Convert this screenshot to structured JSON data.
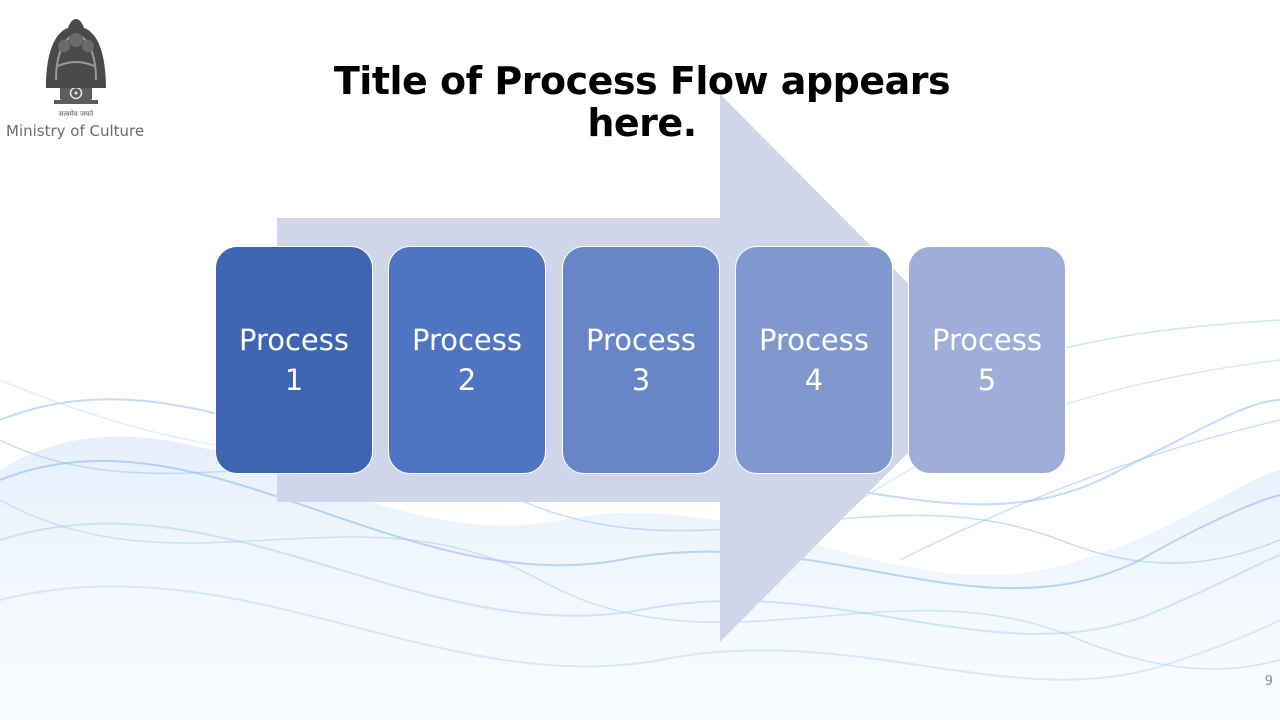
{
  "slide": {
    "title": "Title of Process Flow appears here.",
    "ministry": "Ministry of Culture",
    "emblem_motto": "सत्यमेव जयते",
    "page_number": "9"
  },
  "process_flow": {
    "steps": [
      {
        "word": "Process",
        "number": "1",
        "color": "#3e64b2"
      },
      {
        "word": "Process",
        "number": "2",
        "color": "#4f74c1"
      },
      {
        "word": "Process",
        "number": "3",
        "color": "#6886c7"
      },
      {
        "word": "Process",
        "number": "4",
        "color": "#8198cf"
      },
      {
        "word": "Process",
        "number": "5",
        "color": "#9eaed8"
      }
    ]
  },
  "colors": {
    "arrow": "#d0d6ea",
    "wave": "#7fb2ec"
  }
}
